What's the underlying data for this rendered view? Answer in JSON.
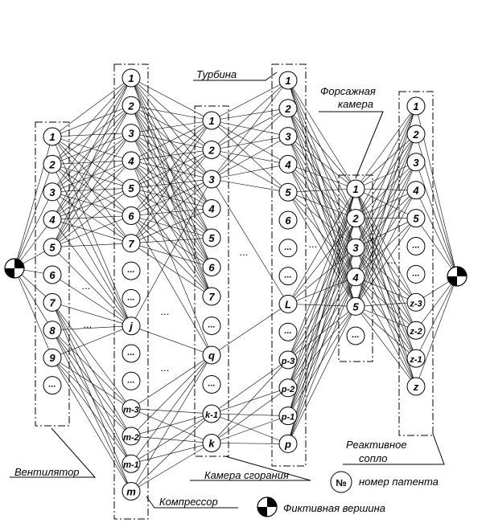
{
  "labels": {
    "fan": "Вентилятор",
    "compressor": "Компрессор",
    "combustion": "Камера сгорания",
    "turbine": "Турбина",
    "afterburner_line1": "Форсажная",
    "afterburner_line2": "камера",
    "nozzle_line1": "Реактивное",
    "nozzle_line2": "сопло"
  },
  "legend": {
    "patent_symbol": "№",
    "patent_text": "номер патента",
    "fictive_text": "Фиктивная вершина"
  },
  "ellipsis": "...",
  "columns": {
    "fan": [
      "1",
      "2",
      "3",
      "4",
      "5",
      "6",
      "7",
      "8",
      "9",
      "..."
    ],
    "compressor": [
      "1",
      "2",
      "3",
      "4",
      "5",
      "6",
      "7",
      "...",
      "...",
      "j",
      "...",
      "...",
      "m-3",
      "m-2",
      "m-1",
      "m"
    ],
    "combustion": [
      "1",
      "2",
      "3",
      "4",
      "5",
      "6",
      "7",
      "...",
      "q",
      "...",
      "k-1",
      "k"
    ],
    "turbine": [
      "1",
      "2",
      "3",
      "4",
      "5",
      "6",
      "...",
      "...",
      "L",
      "...",
      "p-3",
      "p-2",
      "p-1",
      "p"
    ],
    "afterburner": [
      "1",
      "2",
      "3",
      "4",
      "5",
      "..."
    ],
    "nozzle": [
      "1",
      "2",
      "3",
      "4",
      "5",
      "...",
      "...",
      "z-3",
      "z-2",
      "z-1",
      "z"
    ]
  }
}
